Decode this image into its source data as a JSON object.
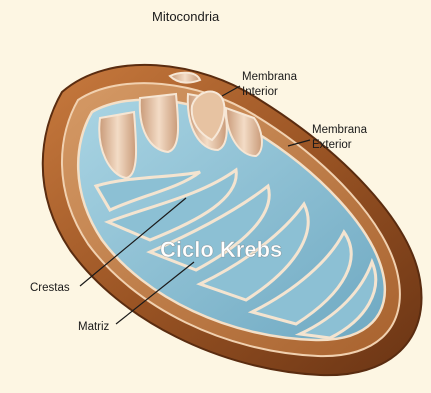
{
  "diagram": {
    "title": "Mitocondria",
    "labels": {
      "inner_membrane": [
        "Membrana",
        "Interior"
      ],
      "outer_membrane": [
        "Membrana",
        "Exterior"
      ],
      "cristae": "Crestas",
      "matrix": "Matriz"
    },
    "overlay_text": "Ciclo Krebs",
    "colors": {
      "background": "#fdf6e3",
      "outer_membrane": "#8a4a1e",
      "matrix": "#8fc3d6",
      "cristae": "#e8c6a8",
      "overlay_text": "#ffffff"
    }
  }
}
